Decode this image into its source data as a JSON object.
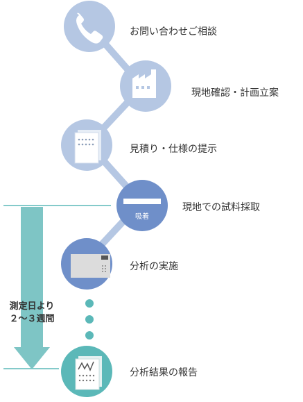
{
  "steps": [
    {
      "label": "お問い合わせご相談",
      "icon": "phone-icon"
    },
    {
      "label": "現地確認・計画立案",
      "icon": "factory-icon"
    },
    {
      "label": "見積り・仕様の提示",
      "icon": "document-icon"
    },
    {
      "label": "現地での試料採取",
      "icon": "sampling-tube-icon",
      "badge": "吸着"
    },
    {
      "label": "分析の実施",
      "icon": "analyzer-icon"
    },
    {
      "label": "分析結果の報告",
      "icon": "report-chart-icon"
    }
  ],
  "period": {
    "line1": "測定日より",
    "line2": "２～３週間"
  },
  "colors": {
    "light_step": "#b5c7e3",
    "dark_step": "#6f8fc9",
    "teal": "#5bb8b8",
    "arrow": "#7ec5c5"
  }
}
